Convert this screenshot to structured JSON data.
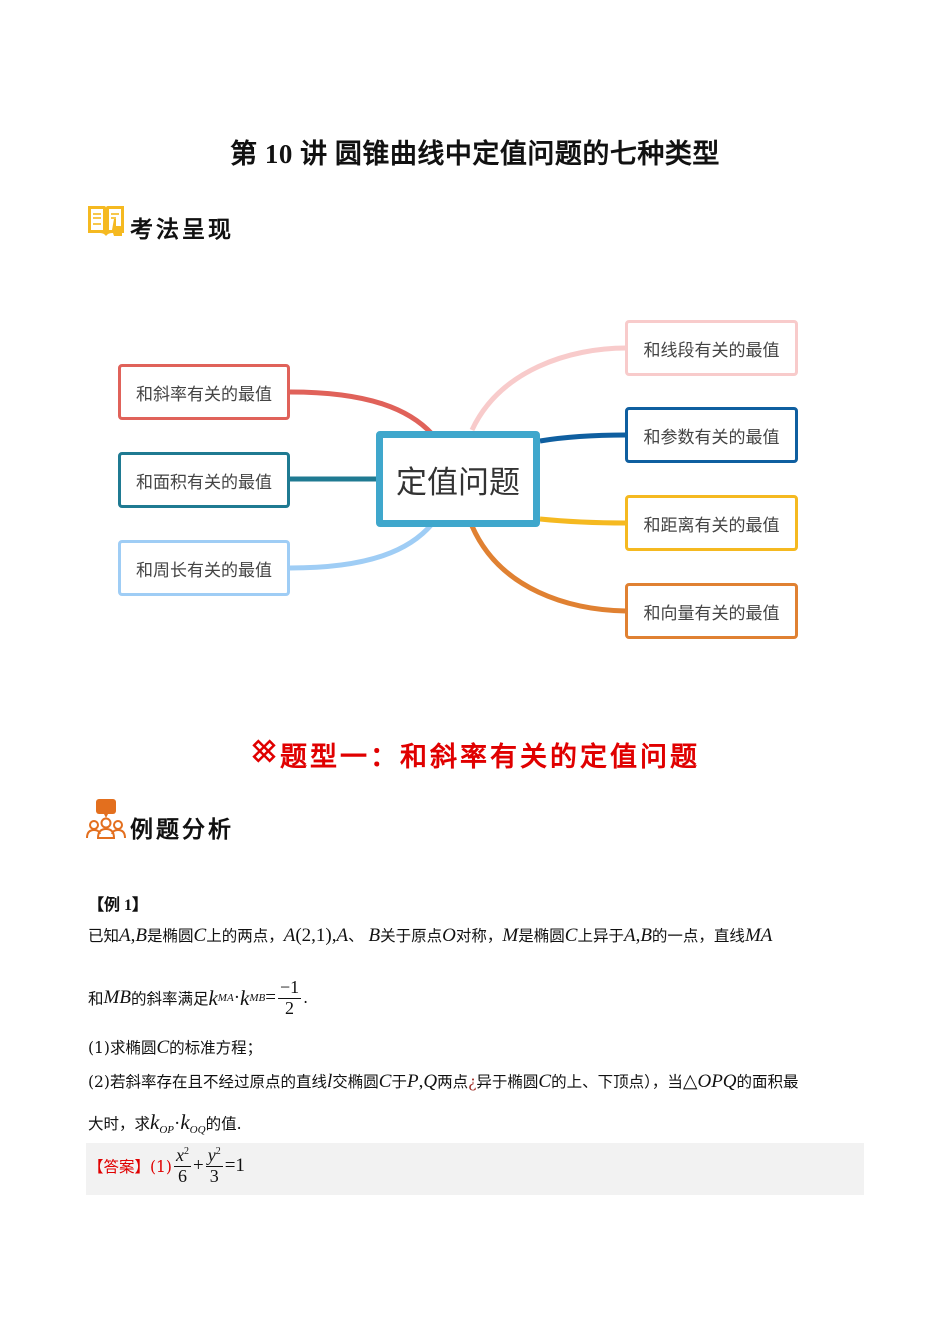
{
  "document": {
    "title": "第 10 讲  圆锥曲线中定值问题的七种类型",
    "section1": {
      "icon": "book-pointer-icon",
      "label": "考法呈现"
    },
    "mindmap": {
      "center": {
        "label": "定值问题",
        "color": "#3fa7cc"
      },
      "left_nodes": [
        {
          "label": "和斜率有关的最值",
          "color": "#e0625a"
        },
        {
          "label": "和面积有关的最值",
          "color": "#1f7a92"
        },
        {
          "label": "和周长有关的最值",
          "color": "#9fcdf5"
        }
      ],
      "right_nodes": [
        {
          "label": "和线段有关的最值",
          "color": "#f8cbcb"
        },
        {
          "label": "和参数有关的最值",
          "color": "#0f5fa0"
        },
        {
          "label": "和距离有关的最值",
          "color": "#f5b920"
        },
        {
          "label": "和向量有关的最值",
          "color": "#e08132"
        }
      ]
    },
    "type_heading": {
      "icon": "pencil-ruler-icon",
      "label": "题型一：和斜率有关的定值问题",
      "color": "#e00000"
    },
    "section2": {
      "icon": "group-discussion-icon",
      "label": "例题分析"
    },
    "example": {
      "label": "【例 1】",
      "line1": {
        "t1": "已知",
        "v1": "A",
        "c1": ",",
        "v2": "B",
        "t2": "是椭圆",
        "v3": "C",
        "t3": "上的两点，",
        "v4": "A",
        "p1": "(2,1)",
        "c2": ",",
        "v5": "A",
        "t4": "、",
        "v6": "B",
        "t5": "关于原点",
        "v7": "O",
        "t6": "对称，",
        "v8": "M",
        "t7": "是椭圆",
        "v9": "C",
        "t8": "上异于",
        "v10": "A",
        "c3": ",",
        "v11": "B",
        "t9": "的一点，直线",
        "v12": "MA"
      },
      "line2": {
        "t1": "和",
        "v1": "MB",
        "t2": "的斜率满足",
        "k1": "k",
        "s1": "MA",
        "dot": "·",
        "k2": "k",
        "s2": "MB",
        "eq": "=",
        "num": "−1",
        "den": "2",
        "end": "."
      },
      "q1": {
        "t1": "(1)求椭圆",
        "v1": "C",
        "t2": "的标准方程；"
      },
      "q2": {
        "t1": "(2)若斜率存在且不经过原点的直线",
        "v1": "l",
        "t2": "交椭圆",
        "v2": "C",
        "t3": "于",
        "v3": "P",
        "c1": ",",
        "v4": "Q",
        "t4": "两点",
        "qm": "¿",
        "t5": "异于椭圆",
        "v5": "C",
        "t6": "的上、下顶点），当",
        "tri": "△",
        "v6": "OPQ",
        "t7": "的面积最"
      },
      "q2b": {
        "t1": "大时，求",
        "k1": "k",
        "s1": "OP",
        "dot": "·",
        "k2": "k",
        "s2": "OQ",
        "t2": "的值."
      },
      "answer": {
        "label": "【答案】(1)",
        "f1_num": "x",
        "f1_sup": "2",
        "f1_den": "6",
        "plus": "+",
        "f2_num": "y",
        "f2_sup": "2",
        "f2_den": "3",
        "eq": "=1"
      }
    }
  }
}
